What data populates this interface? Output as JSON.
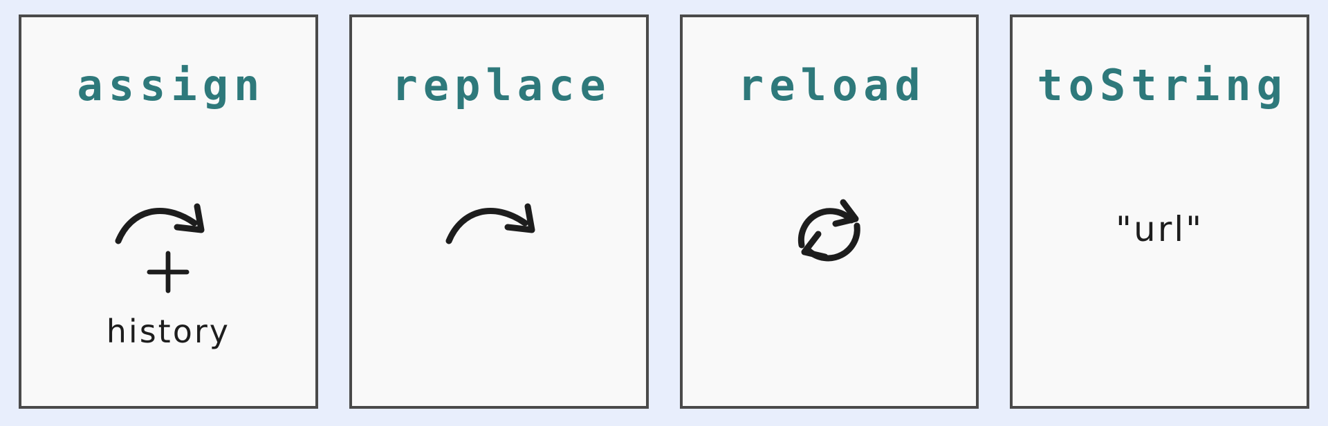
{
  "page": {
    "background_color": "#e8eefc",
    "card_background_color": "#f9f9f9",
    "card_border_color": "#4a4a4a",
    "title_color": "#2e797b",
    "icon_color": "#1d1d1d"
  },
  "cards": [
    {
      "id": "assign",
      "title": "assign",
      "icons": [
        "curved-arrow-icon",
        "plus-icon"
      ],
      "caption": "history"
    },
    {
      "id": "replace",
      "title": "replace",
      "icons": [
        "curved-arrow-icon"
      ],
      "caption": ""
    },
    {
      "id": "reload",
      "title": "reload",
      "icons": [
        "refresh-cycle-icon"
      ],
      "caption": ""
    },
    {
      "id": "toString",
      "title": "toString",
      "icons": [],
      "caption": "\"url\""
    }
  ]
}
